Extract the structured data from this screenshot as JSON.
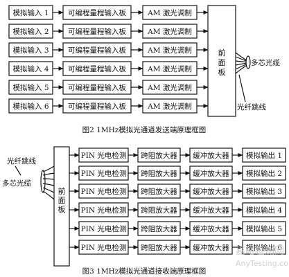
{
  "tx": {
    "inputs": [
      "模拟输入 1",
      "模拟输入 2",
      "模拟输入 3",
      "模拟输入 4",
      "模拟输入 5",
      "模拟输入 6"
    ],
    "board_label": "可编程量程输入板",
    "laser_label": "AM 激光调制",
    "panel_label": [
      "前",
      "面",
      "板"
    ],
    "cable_label": "多芯光缆",
    "jumper_label": "光纤跳线",
    "caption": "图2 1MHz模拟光通道发送端原理框图"
  },
  "rx": {
    "jumper_label": "光纤跳线",
    "cable_label": "多芯光缆",
    "panel_label": [
      "前",
      "面",
      "板"
    ],
    "detect_label": "PIN 光电检测",
    "tia_label": "跨阻放大器",
    "buffer_label": "缓冲放大器",
    "outputs": [
      "模拟输出 1",
      "模拟输出 2",
      "模拟输出 3",
      "模拟输出 4",
      "模拟输出 5",
      "模拟输出 6"
    ],
    "caption": "图3 1MHz模拟光通道接收端原理框图"
  },
  "watermark": {
    "line1": "嘉峪检测网",
    "line2": "AnyTesting.com"
  }
}
